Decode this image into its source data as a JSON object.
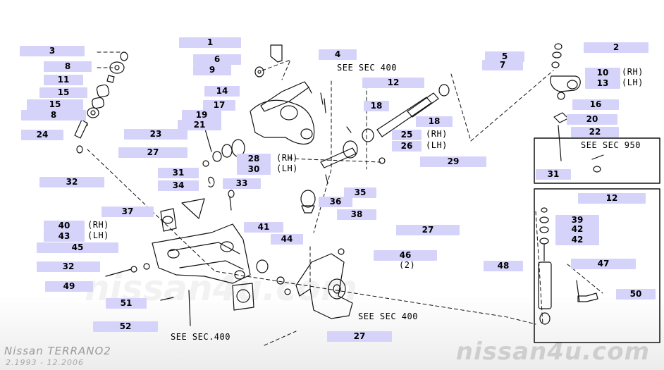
{
  "parts": [
    {
      "num": "1"
    },
    {
      "num": "2"
    },
    {
      "num": "3"
    },
    {
      "num": "4"
    },
    {
      "num": "5"
    },
    {
      "num": "6"
    },
    {
      "num": "7"
    },
    {
      "num": "8"
    },
    {
      "num": "9"
    },
    {
      "num": "10",
      "side": "(RH)"
    },
    {
      "num": "11"
    },
    {
      "num": "12"
    },
    {
      "num": "13",
      "side": "(LH)"
    },
    {
      "num": "14"
    },
    {
      "num": "15"
    },
    {
      "num": "15"
    },
    {
      "num": "8"
    },
    {
      "num": "16"
    },
    {
      "num": "17"
    },
    {
      "num": "18"
    },
    {
      "num": "18"
    },
    {
      "num": "19"
    },
    {
      "num": "20"
    },
    {
      "num": "21"
    },
    {
      "num": "22"
    },
    {
      "num": "23"
    },
    {
      "num": "24"
    },
    {
      "num": "25",
      "side": "(RH)"
    },
    {
      "num": "26",
      "side": "(LH)"
    },
    {
      "num": "27"
    },
    {
      "num": "28",
      "side": "(RH)"
    },
    {
      "num": "30",
      "side": "(LH)"
    },
    {
      "num": "29"
    },
    {
      "num": "31"
    },
    {
      "num": "31"
    },
    {
      "num": "32"
    },
    {
      "num": "33"
    },
    {
      "num": "34"
    },
    {
      "num": "35"
    },
    {
      "num": "36"
    },
    {
      "num": "12"
    },
    {
      "num": "37"
    },
    {
      "num": "38"
    },
    {
      "num": "39"
    },
    {
      "num": "40",
      "side": "(RH)"
    },
    {
      "num": "43",
      "side": "(LH)"
    },
    {
      "num": "41"
    },
    {
      "num": "42"
    },
    {
      "num": "42"
    },
    {
      "num": "27"
    },
    {
      "num": "44"
    },
    {
      "num": "45"
    },
    {
      "num": "46",
      "side": "(2)"
    },
    {
      "num": "47"
    },
    {
      "num": "48"
    },
    {
      "num": "32"
    },
    {
      "num": "49"
    },
    {
      "num": "50"
    },
    {
      "num": "51"
    },
    {
      "num": "52"
    },
    {
      "num": "27"
    }
  ],
  "references": [
    "SEE SEC 400",
    "SEE SEC 950",
    "SEE SEC 400",
    "SEE SEC.400"
  ],
  "footer": {
    "make": "Nissan",
    "model": "TERRANO2",
    "dates": "2.1993 - 12.2006",
    "brand": "nissan4u.com"
  },
  "watermark": "nissan4u.com"
}
